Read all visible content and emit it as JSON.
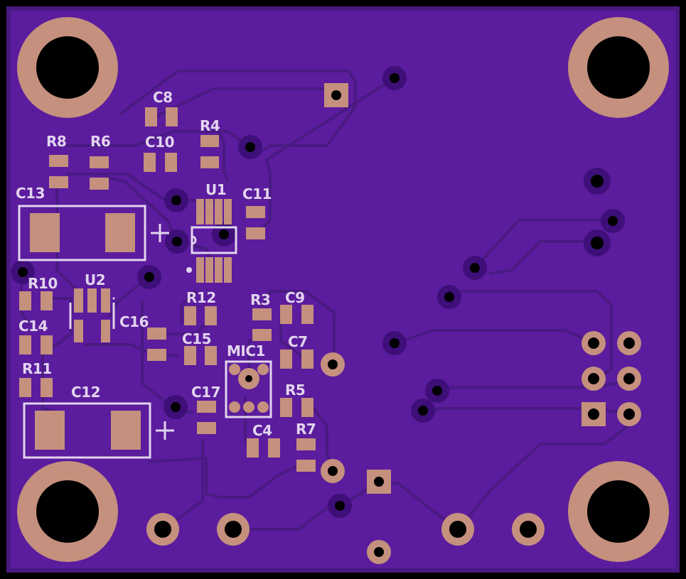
{
  "board": {
    "colors": {
      "background": "#000000",
      "substrate": "#5b1c9e",
      "copper_trace": "#4a1a82",
      "pad": "#c5907d",
      "silkscreen": "#e2d4ee",
      "drill": "#000000"
    }
  },
  "designators": {
    "C8": "C8",
    "R8": "R8",
    "R6": "R6",
    "C10": "C10",
    "R4": "R4",
    "C13": "C13",
    "U1": "U1",
    "C11": "C11",
    "C13_plus": "+",
    "R10": "R10",
    "U2": "U2",
    "R12": "R12",
    "R3": "R3",
    "C9": "C9",
    "C16": "C16",
    "C14": "C14",
    "C15": "C15",
    "MIC1": "MIC1",
    "C7": "C7",
    "R11": "R11",
    "C12": "C12",
    "C17": "C17",
    "R5": "R5",
    "C12_plus": "+",
    "C4": "C4",
    "R7": "R7"
  }
}
